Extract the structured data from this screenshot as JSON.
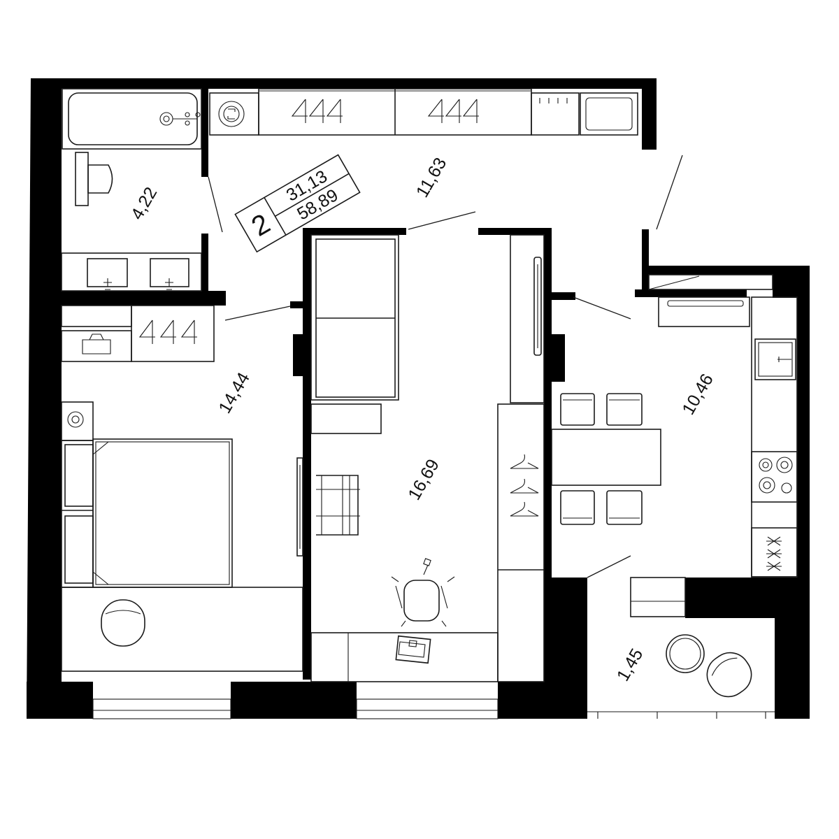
{
  "colors": {
    "wall": "#000000",
    "line": "#1a1a1a",
    "background": "#ffffff"
  },
  "summary": {
    "rooms": "2",
    "living_area": "31,13",
    "total_area": "58,89"
  },
  "rooms": [
    {
      "id": "bathroom",
      "area": "4,22"
    },
    {
      "id": "hallway",
      "area": "11,63"
    },
    {
      "id": "bedroom",
      "area": "14,44"
    },
    {
      "id": "living-room",
      "area": "16,69"
    },
    {
      "id": "kitchen",
      "area": "10,46"
    },
    {
      "id": "balcony",
      "area": "1,45"
    }
  ],
  "furniture_icons": [
    "bathtub-icon",
    "toilet-icon",
    "sink-icon",
    "washing-machine-icon",
    "wardrobe-hanger-icon",
    "bed-icon",
    "armchair-icon",
    "sofa-icon",
    "desk-chair-icon",
    "laptop-icon",
    "dining-table-icon",
    "stove-icon",
    "kitchen-sink-icon",
    "fridge-icon",
    "round-table-icon"
  ]
}
